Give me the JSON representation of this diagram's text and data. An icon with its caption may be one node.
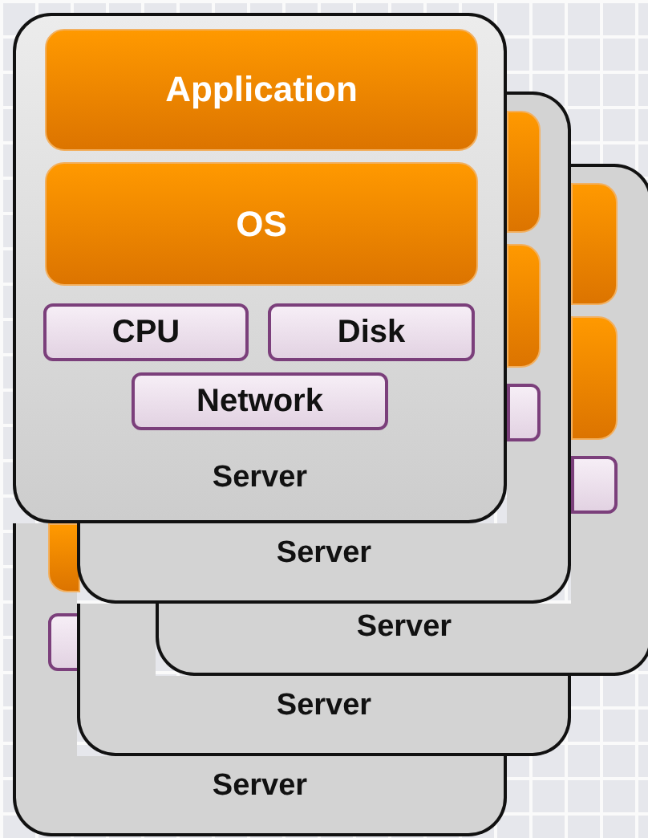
{
  "diagram": {
    "nodes": [
      {
        "text": [
          "Server"
        ]
      },
      {
        "text": [
          "Application"
        ],
        "in": 0
      },
      {
        "text": [
          "OS"
        ],
        "in": 0
      },
      {
        "text": [
          "CPU"
        ],
        "in": 0
      },
      {
        "text": [
          "Disk"
        ],
        "in": 0
      },
      {
        "text": [
          "Network"
        ],
        "in": 0
      },
      {
        "text": [
          "Server"
        ]
      },
      {
        "text": [
          "Server"
        ]
      },
      {
        "text": [
          "Server"
        ]
      },
      {
        "text": [
          "Server"
        ]
      }
    ]
  }
}
